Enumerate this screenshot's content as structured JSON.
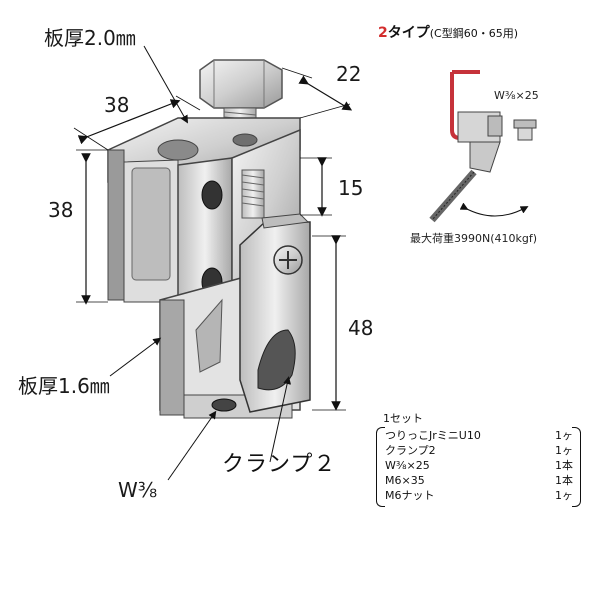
{
  "dimensions": {
    "plate_top": "板厚2.0㎜",
    "plate_bottom": "板厚1.6㎜",
    "width_38": "38",
    "height_38": "38",
    "depth_22": "22",
    "gap_15": "15",
    "height_48": "48",
    "bolt_label": "W⅜"
  },
  "part_label": "クランプ２",
  "type_note": {
    "number": "2",
    "title": "タイプ",
    "subtitle": "(C型鋼60・65用)"
  },
  "inset": {
    "bolt_label": "W⅜×25",
    "max_load": "最大荷重3990N(410kgf)"
  },
  "kit": {
    "header": "1セット",
    "items": [
      {
        "name": "つりっこJrミニU10",
        "qty": "1ヶ"
      },
      {
        "name": "クランプ2",
        "qty": "1ヶ"
      },
      {
        "name": "W⅜×25",
        "qty": "1本"
      },
      {
        "name": "M6×35",
        "qty": "1本"
      },
      {
        "name": "M6ナット",
        "qty": "1ヶ"
      }
    ]
  },
  "colors": {
    "metal": "#d9d9d9",
    "metal_dark": "#8c8c8c",
    "metal_light": "#f2f2f2",
    "steel_red": "#c6323a",
    "accent_red": "#d32d2d"
  }
}
